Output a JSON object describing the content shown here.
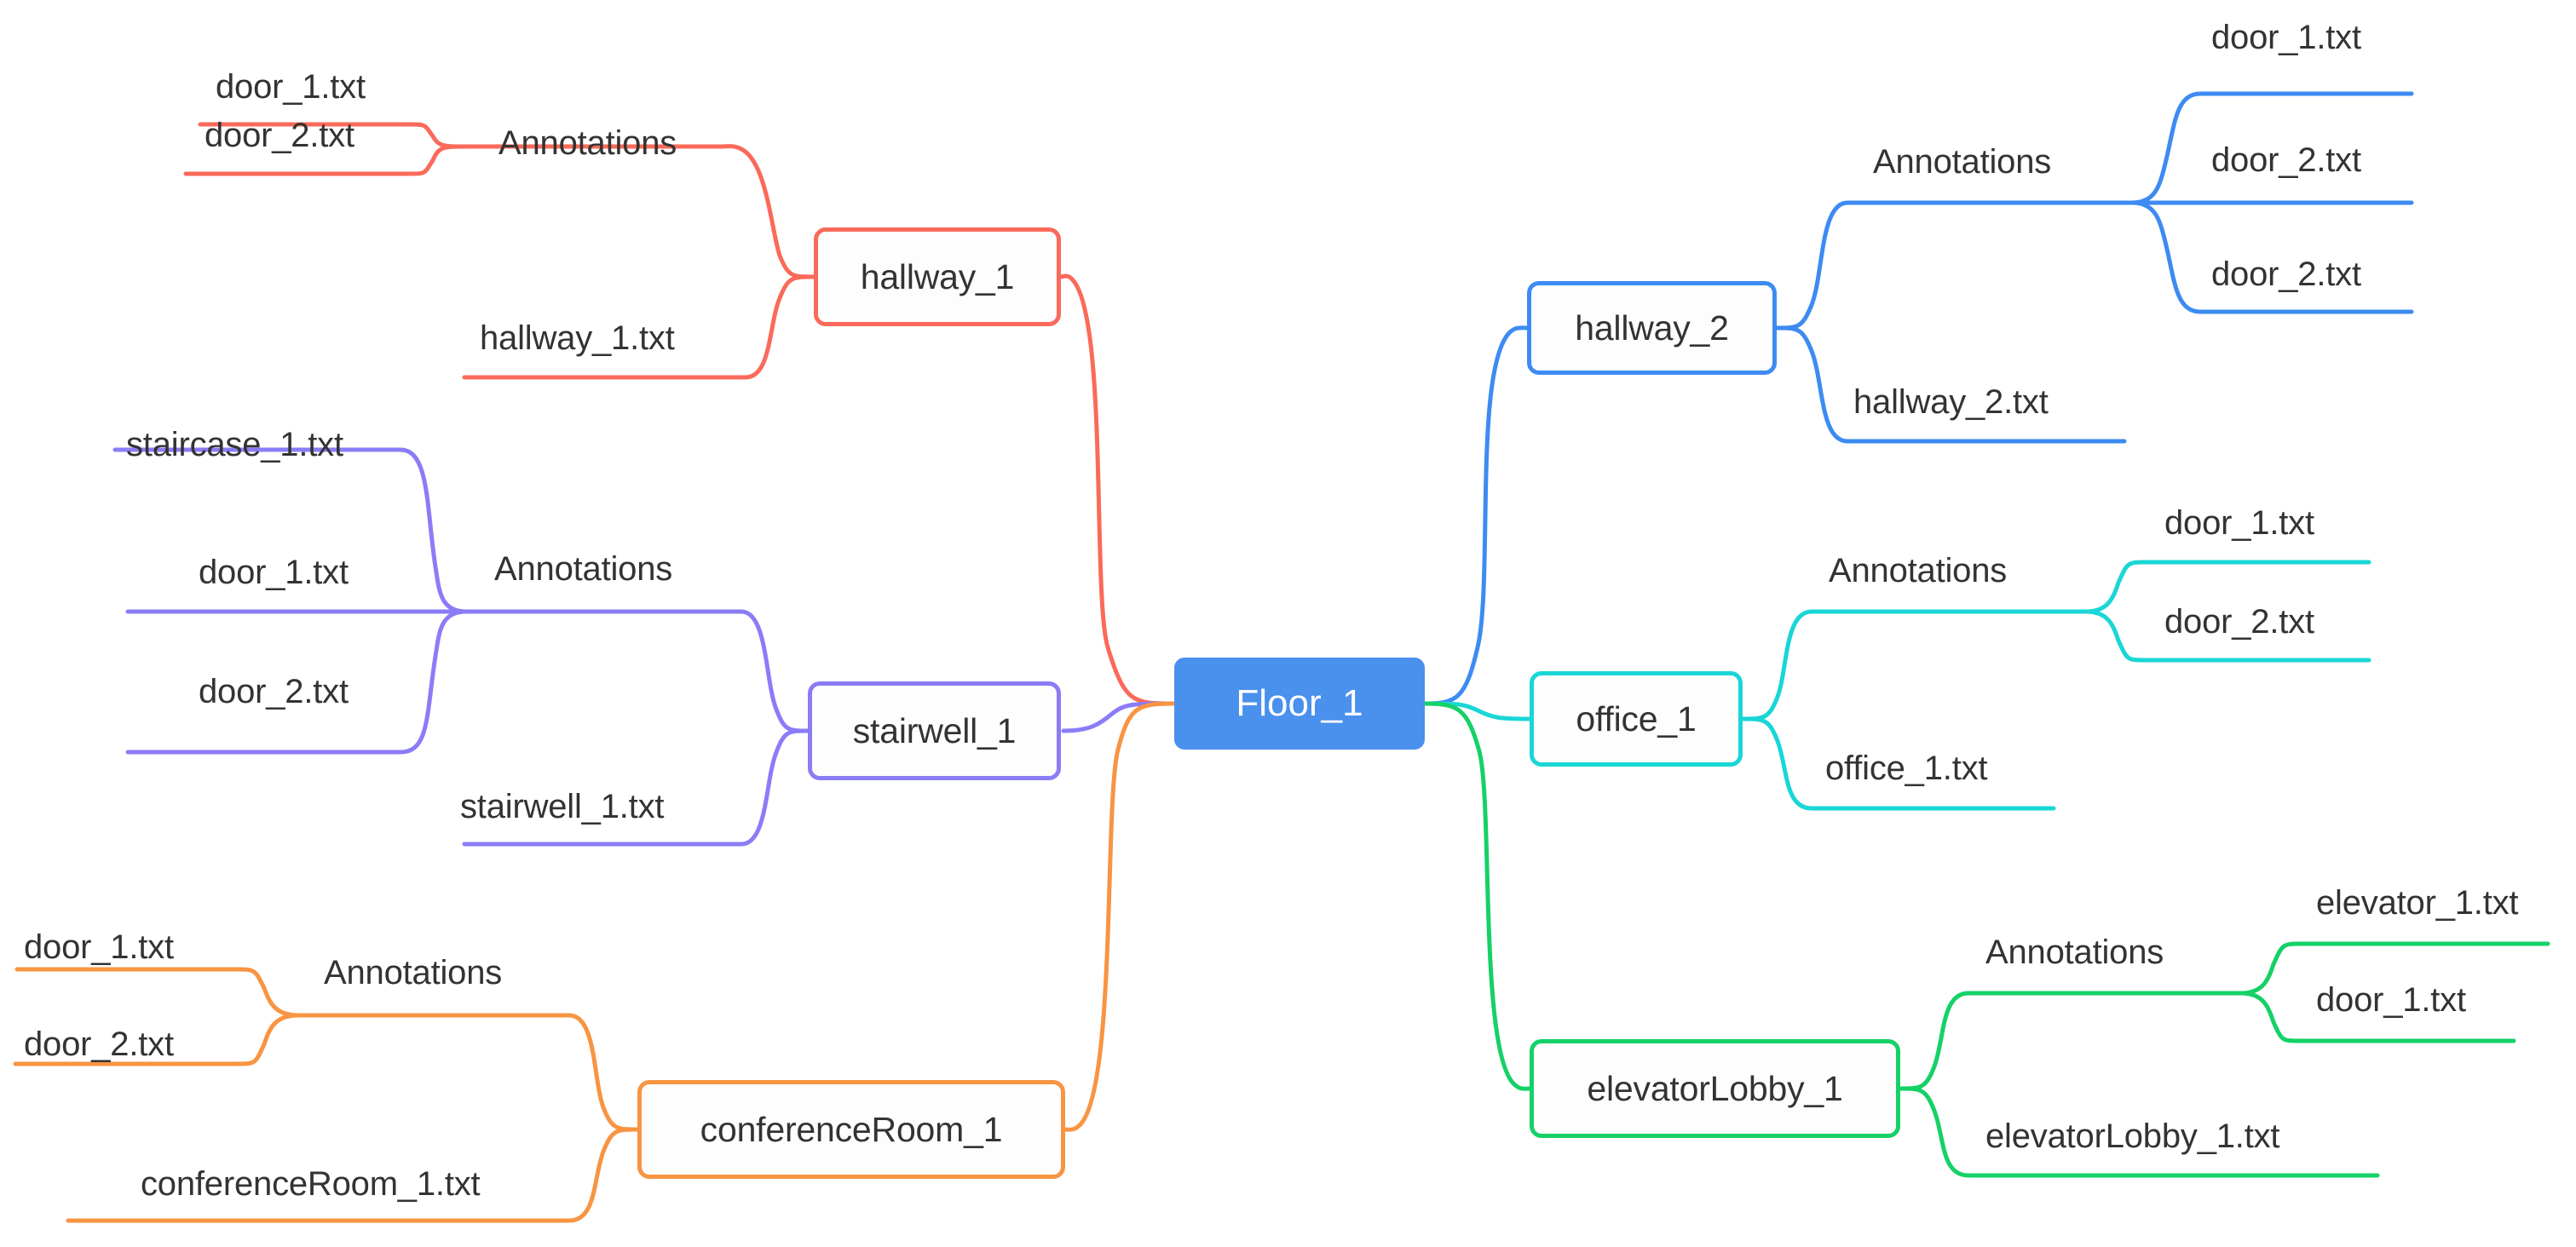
{
  "diagram": {
    "type": "mindmap",
    "background": "#ffffff",
    "root": {
      "label": "Floor_1",
      "fill": "#4a90ed",
      "text_color": "#ffffff"
    },
    "annotations_label": "Annotations",
    "branches": [
      {
        "id": "hallway_1",
        "label": "hallway_1",
        "color": "#fa6a5a",
        "side": "left",
        "annotations": [
          "door_1.txt",
          "door_2.txt"
        ],
        "files": [
          "hallway_1.txt"
        ]
      },
      {
        "id": "stairwell_1",
        "label": "stairwell_1",
        "color": "#8b7cf6",
        "side": "left",
        "annotations": [
          "staircase_1.txt",
          "door_1.txt",
          "door_2.txt"
        ],
        "files": [
          "stairwell_1.txt"
        ]
      },
      {
        "id": "conferenceRoom_1",
        "label": "conferenceRoom_1",
        "color": "#f89442",
        "side": "left",
        "annotations": [
          "door_1.txt",
          "door_2.txt"
        ],
        "files": [
          "conferenceRoom_1.txt"
        ]
      },
      {
        "id": "hallway_2",
        "label": "hallway_2",
        "color": "#3d8bf2",
        "side": "right",
        "annotations": [
          "door_1.txt",
          "door_2.txt",
          "door_2.txt"
        ],
        "files": [
          "hallway_2.txt"
        ]
      },
      {
        "id": "office_1",
        "label": "office_1",
        "color": "#1ad6d6",
        "side": "right",
        "annotations": [
          "door_1.txt",
          "door_2.txt"
        ],
        "files": [
          "office_1.txt"
        ]
      },
      {
        "id": "elevatorLobby_1",
        "label": "elevatorLobby_1",
        "color": "#15d167",
        "side": "right",
        "annotations": [
          "elevator_1.txt",
          "door_1.txt"
        ],
        "files": [
          "elevatorLobby_1.txt"
        ]
      }
    ]
  },
  "labels": {
    "root": "Floor_1",
    "b0_node": "hallway_1",
    "b0_ann": "Annotations",
    "b0_a0": "door_1.txt",
    "b0_a1": "door_2.txt",
    "b0_f0": "hallway_1.txt",
    "b1_node": "stairwell_1",
    "b1_ann": "Annotations",
    "b1_a0": "staircase_1.txt",
    "b1_a1": "door_1.txt",
    "b1_a2": "door_2.txt",
    "b1_f0": "stairwell_1.txt",
    "b2_node": "conferenceRoom_1",
    "b2_ann": "Annotations",
    "b2_a0": "door_1.txt",
    "b2_a1": "door_2.txt",
    "b2_f0": "conferenceRoom_1.txt",
    "b3_node": "hallway_2",
    "b3_ann": "Annotations",
    "b3_a0": "door_1.txt",
    "b3_a1": "door_2.txt",
    "b3_a2": "door_2.txt",
    "b3_f0": "hallway_2.txt",
    "b4_node": "office_1",
    "b4_ann": "Annotations",
    "b4_a0": "door_1.txt",
    "b4_a1": "door_2.txt",
    "b4_f0": "office_1.txt",
    "b5_node": "elevatorLobby_1",
    "b5_ann": "Annotations",
    "b5_a0": "elevator_1.txt",
    "b5_a1": "door_1.txt",
    "b5_f0": "elevatorLobby_1.txt"
  }
}
